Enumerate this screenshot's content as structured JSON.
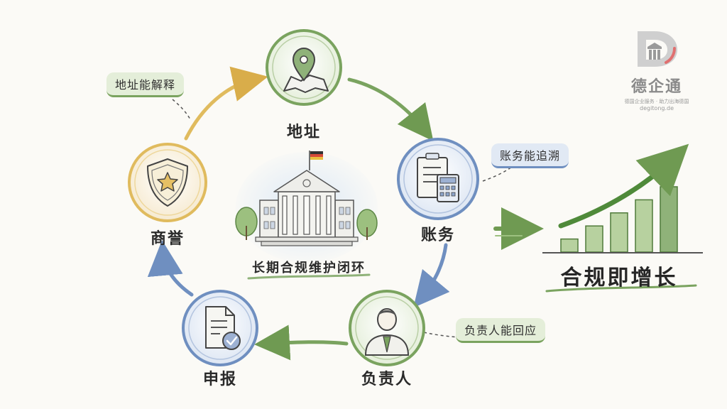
{
  "cycle": {
    "center_label": "长期合规维护闭环",
    "nodes": [
      {
        "id": "address",
        "label": "地址",
        "icon": "map-pin-icon"
      },
      {
        "id": "accounting",
        "label": "账务",
        "icon": "calculator-document-icon"
      },
      {
        "id": "responsible",
        "label": "负责人",
        "icon": "person-icon"
      },
      {
        "id": "filing",
        "label": "申报",
        "icon": "document-check-icon"
      },
      {
        "id": "reputation",
        "label": "商誉",
        "icon": "shield-star-icon"
      }
    ],
    "notes": [
      {
        "label": "地址能解释"
      },
      {
        "label": "账务能追溯"
      },
      {
        "label": "负责人能回应"
      }
    ]
  },
  "growth": {
    "title": "合规即增长",
    "bars": [
      1,
      2,
      3,
      4,
      5
    ]
  },
  "brand": {
    "name": "德企通",
    "tagline": "德国企业服务 · 助力出海德国",
    "site": "degitong.de"
  },
  "colors": {
    "green": "#7aa35f",
    "blue": "#6f8fc0",
    "yellow": "#e0bb5e",
    "red": "#d64a3a",
    "grey": "#7f7f7f"
  }
}
